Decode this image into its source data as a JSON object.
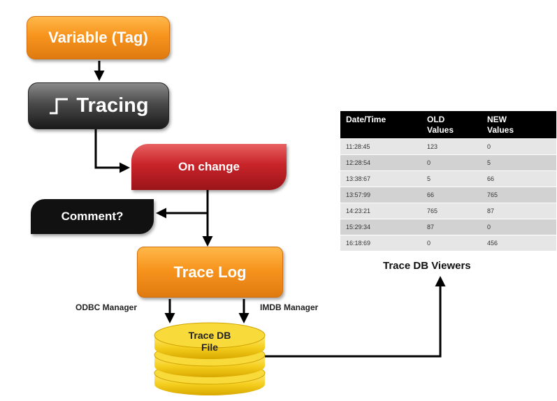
{
  "nodes": {
    "variable": "Variable (Tag)",
    "tracing": "Tracing",
    "on_change": "On change",
    "comment": "Comment?",
    "trace_log": "Trace Log",
    "trace_db_file_line1": "Trace DB",
    "trace_db_file_line2": "File"
  },
  "labels": {
    "odbc": "ODBC Manager",
    "imdb": "IMDB Manager",
    "viewers": "Trace DB Viewers"
  },
  "table": {
    "headers": [
      "Date/Time",
      "OLD Values",
      "NEW Values"
    ],
    "rows": [
      [
        "11:28:45",
        "123",
        "0"
      ],
      [
        "12:28:54",
        "0",
        "5"
      ],
      [
        "13:38:67",
        "5",
        "66"
      ],
      [
        "13:57:99",
        "66",
        "765"
      ],
      [
        "14:23:21",
        "765",
        "87"
      ],
      [
        "15:29:34",
        "87",
        "0"
      ],
      [
        "16:18:69",
        "0",
        "456"
      ]
    ]
  },
  "colors": {
    "orange": "#f7941d",
    "red": "#c8242a",
    "dark": "#111111",
    "disk": "#f5d22a"
  }
}
